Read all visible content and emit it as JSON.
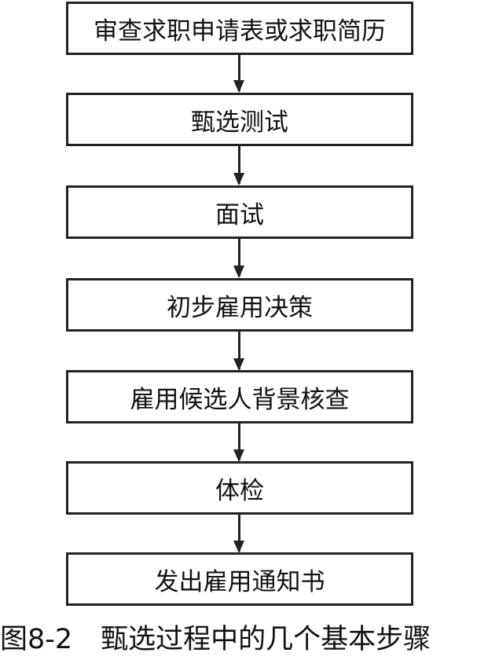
{
  "steps": [
    {
      "label": "审查求职申请表或求职简历"
    },
    {
      "label": "甄选测试"
    },
    {
      "label": "面试"
    },
    {
      "label": "初步雇用决策"
    },
    {
      "label": "雇用候选人背景核查"
    },
    {
      "label": "体检"
    },
    {
      "label": "发出雇用通知书"
    }
  ],
  "caption": {
    "number": "图8-2",
    "title": "甄选过程中的几个基本步骤"
  }
}
